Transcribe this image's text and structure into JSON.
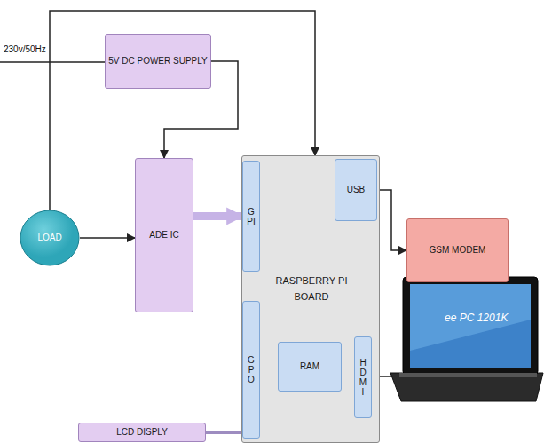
{
  "diagram": {
    "nodes": [
      {
        "text": [
          "5V DC POWER SUPPLY"
        ]
      },
      {
        "text": [
          "LOAD"
        ]
      },
      {
        "text": [
          "ADE IC"
        ]
      },
      {
        "text": [
          "RASPBERRY PI BOARD"
        ]
      },
      {
        "text": [
          "GPI"
        ],
        "in": 3
      },
      {
        "text": [
          "USB"
        ],
        "in": 3
      },
      {
        "text": [
          "GPO"
        ],
        "in": 3
      },
      {
        "text": [
          "RAM"
        ],
        "in": 3
      },
      {
        "text": [
          "HDMI"
        ],
        "in": 3
      },
      {
        "text": [
          "GSM MODEM"
        ]
      },
      {
        "text": [
          "LCD DISPLY"
        ]
      }
    ],
    "edges": [
      {
        "from": 1,
        "to": 3,
        "arrow": "to"
      },
      {
        "from": 0,
        "to": 2,
        "arrow": "to"
      },
      {
        "from": 1,
        "to": 2,
        "arrow": "to"
      },
      {
        "from": 2,
        "to": 4,
        "arrow": "to"
      },
      {
        "from": 5,
        "to": 9,
        "arrow": "to"
      },
      {
        "from": 10,
        "to": 6,
        "arrow": "none"
      }
    ],
    "labels": [
      "230v/50Hz",
      "ee PC 1201K"
    ]
  }
}
